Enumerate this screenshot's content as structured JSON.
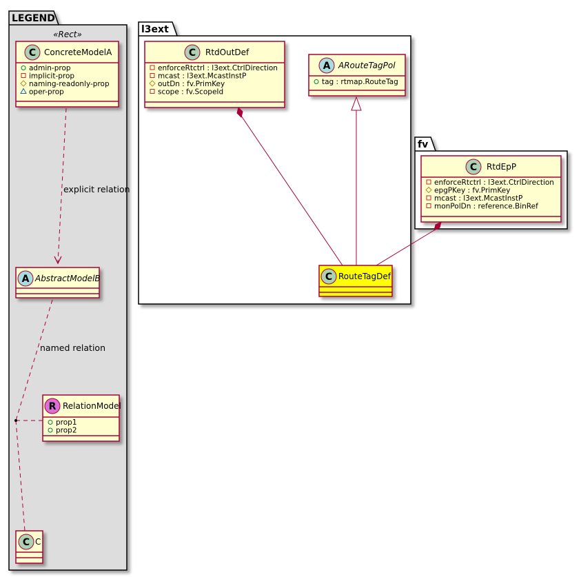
{
  "colors": {
    "border": "#a80036",
    "class_fill": "#fefece",
    "highlight_fill": "#ffff00",
    "package_legend_fill": "#dddddd",
    "package_fill": "#ffffff",
    "badge_class": "#add1b2",
    "badge_abstract": "#a9dcdf",
    "badge_relation": "#da70d6",
    "vis_public": "#038048",
    "vis_private": "#c82930",
    "vis_protected": "#b38d22",
    "vis_package": "#1963a0"
  },
  "packages": {
    "legend": {
      "title": "LEGEND",
      "stereotype": "«Rect»",
      "classes": {
        "concrete": {
          "badge": "C",
          "name": "ConcreteModelA",
          "attrs": [
            {
              "vis": "public",
              "text": "admin-prop"
            },
            {
              "vis": "private",
              "text": "implicit-prop"
            },
            {
              "vis": "protected",
              "text": "naming-readonly-prop"
            },
            {
              "vis": "package",
              "text": "oper-prop"
            }
          ]
        },
        "abstract": {
          "badge": "A",
          "name": "AbstractModelB",
          "attrs": []
        },
        "relation": {
          "badge": "R",
          "name": "RelationModel",
          "attrs": [
            {
              "vis": "public",
              "text": "prop1"
            },
            {
              "vis": "public",
              "text": "prop2"
            }
          ]
        },
        "c": {
          "badge": "C",
          "name": "C",
          "attrs": []
        }
      },
      "relations": {
        "explicit": "explicit relation",
        "named": "named relation"
      }
    },
    "l3ext": {
      "title": "l3ext",
      "classes": {
        "rtdoutdef": {
          "badge": "C",
          "name": "RtdOutDef",
          "attrs": [
            {
              "vis": "private",
              "text": "enforceRtctrl : l3ext.CtrlDirection"
            },
            {
              "vis": "private",
              "text": "mcast : l3ext.McastInstP"
            },
            {
              "vis": "protected",
              "text": "outDn : fv.PrimKey"
            },
            {
              "vis": "private",
              "text": "scope : fv.ScopeId"
            }
          ]
        },
        "aroutetagpol": {
          "badge": "A",
          "name": "ARouteTagPol",
          "attrs": [
            {
              "vis": "public",
              "text": "tag : rtmap.RouteTag"
            }
          ]
        },
        "routetagdef": {
          "badge": "C",
          "name": "RouteTagDef",
          "attrs": []
        }
      }
    },
    "fv": {
      "title": "fv",
      "classes": {
        "rtdepp": {
          "badge": "C",
          "name": "RtdEpP",
          "attrs": [
            {
              "vis": "private",
              "text": "enforceRtctrl : l3ext.CtrlDirection"
            },
            {
              "vis": "protected",
              "text": "epgPKey : fv.PrimKey"
            },
            {
              "vis": "private",
              "text": "mcast : l3ext.McastInstP"
            },
            {
              "vis": "private",
              "text": "monPolDn : reference.BinRef"
            }
          ]
        }
      }
    }
  }
}
